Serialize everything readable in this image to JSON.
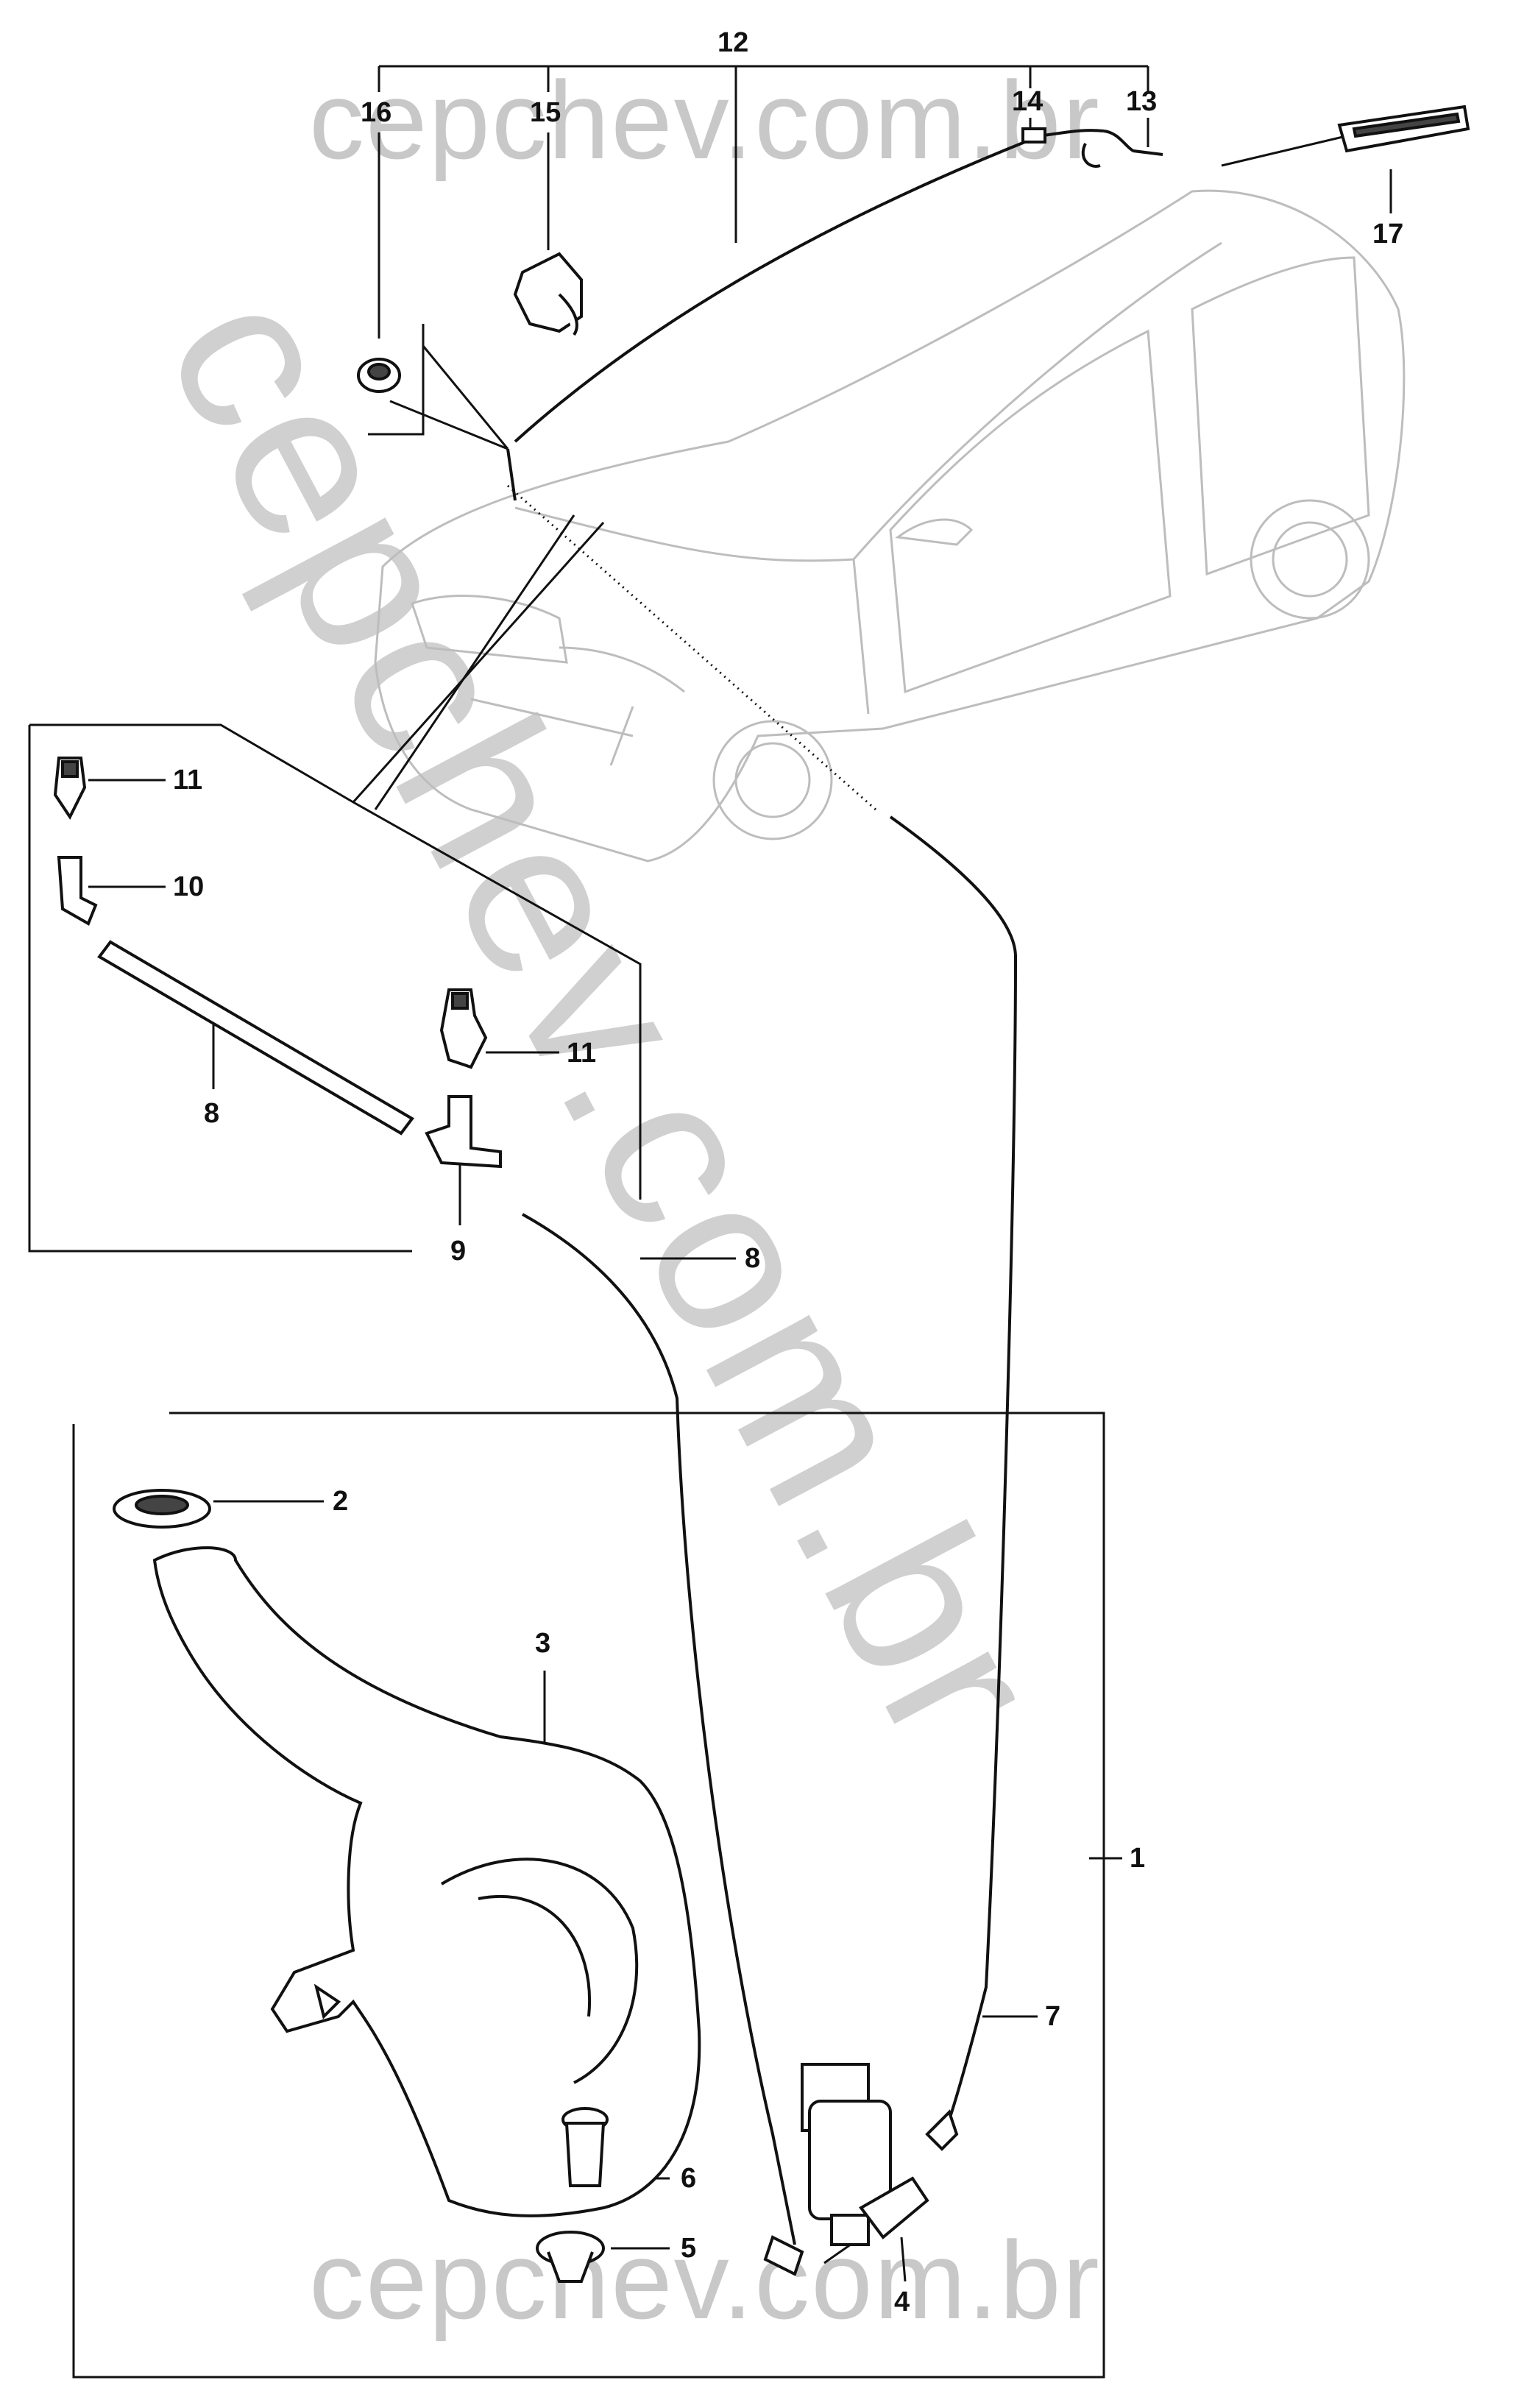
{
  "watermarks": {
    "top": "cepchev.com.br",
    "diagonal": "cepchev.com.br",
    "bottom": "cepchev.com.br"
  },
  "callouts": {
    "c1": "1",
    "c2": "2",
    "c3": "3",
    "c4": "4",
    "c5": "5",
    "c6": "6",
    "c7": "7",
    "c8a": "8",
    "c8b": "8",
    "c9": "9",
    "c10": "10",
    "c11a": "11",
    "c11b": "11",
    "c12": "12",
    "c13": "13",
    "c14": "14",
    "c15": "15",
    "c16": "16",
    "c17": "17"
  }
}
